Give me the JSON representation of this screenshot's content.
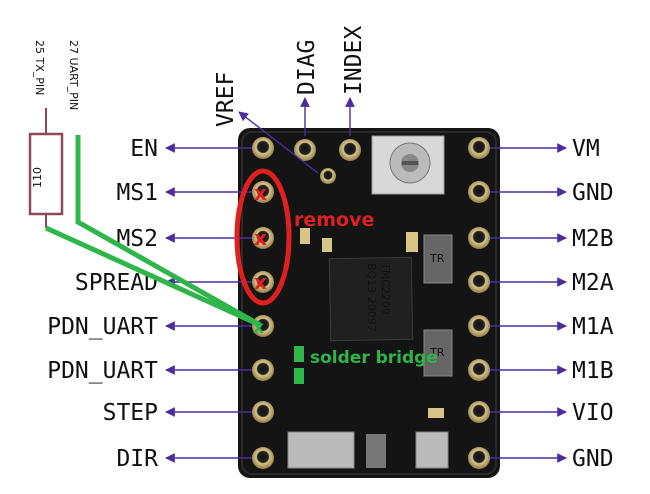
{
  "left_pins": [
    "EN",
    "MS1",
    "MS2",
    "SPREAD",
    "PDN_UART",
    "PDN_UART",
    "STEP",
    "DIR"
  ],
  "right_pins": [
    "VM",
    "GND",
    "M2B",
    "M2A",
    "M1A",
    "M1B",
    "VIO",
    "GND"
  ],
  "top_pins": [
    "VREF",
    "DIAG",
    "INDEX"
  ],
  "mcu_pins": {
    "tx": "25  TX_PIN",
    "uart": "27  UART_PIN"
  },
  "resistor_value": "110",
  "annotations": {
    "remove": "remove",
    "solder_bridge": "solder bridge"
  },
  "chip_marking": [
    "TMC2209",
    "BQ13 20097",
    "TR"
  ],
  "colors": {
    "arrow": "#4b2d9f",
    "wire": "#2fb54a",
    "remove": "#e01f1f",
    "board": "#141414",
    "pad": "#c8b070"
  }
}
